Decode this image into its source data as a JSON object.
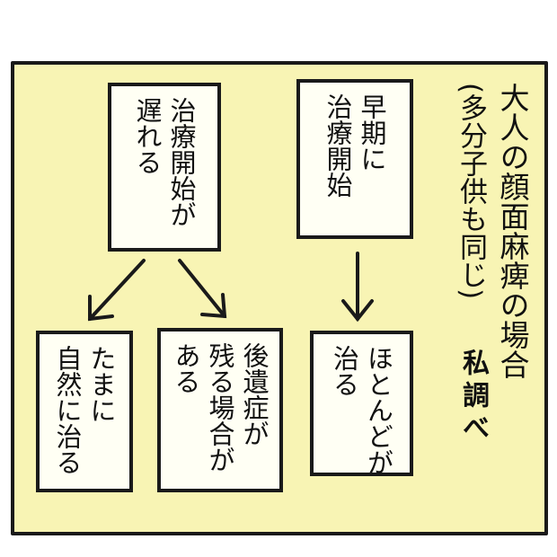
{
  "title": {
    "line1": "大人の顔面麻痺の場合",
    "line2": "(多分子供も同じ)",
    "signature": "私調べ"
  },
  "boxes": {
    "late": [
      "治療開始が",
      "遅れる"
    ],
    "early": [
      "早期に",
      "治療開始"
    ],
    "sometimes": [
      "たまに",
      "自然に治る"
    ],
    "aftereffects": [
      "後遺症が",
      "残る場合が",
      "ある"
    ],
    "mostly": [
      "ほとんどが",
      "治る"
    ]
  },
  "colors": {
    "background": "#f8f4b4",
    "box": "#fffff4",
    "ink": "#1a1a1a"
  }
}
